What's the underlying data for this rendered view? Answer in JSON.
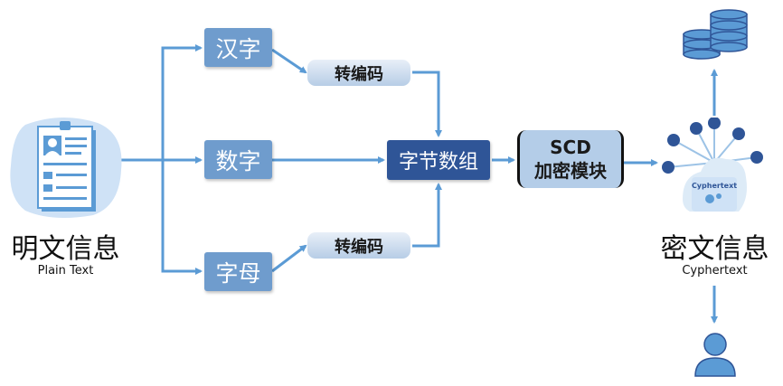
{
  "source": {
    "title": "明文信息",
    "subtitle": "Plain Text"
  },
  "branches": {
    "hanzi": "汉字",
    "digits": "数字",
    "letters": "字母"
  },
  "encode_top": "转编码",
  "encode_bottom": "转编码",
  "byte_array": "字节数组",
  "scd_module": {
    "line1": "SCD",
    "line2": "加密模块"
  },
  "output": {
    "title": "密文信息",
    "subtitle": "Cyphertext",
    "badge": "Cyphertext"
  },
  "colors": {
    "arrow": "#5b9bd5",
    "box": "#6f9ccd",
    "box_dark": "#2f5597",
    "icon_dark": "#2f5597",
    "icon_light": "#9dc3e6"
  },
  "icons": [
    "document-icon",
    "database-icon",
    "encryption-cloud-icon",
    "user-icon"
  ]
}
